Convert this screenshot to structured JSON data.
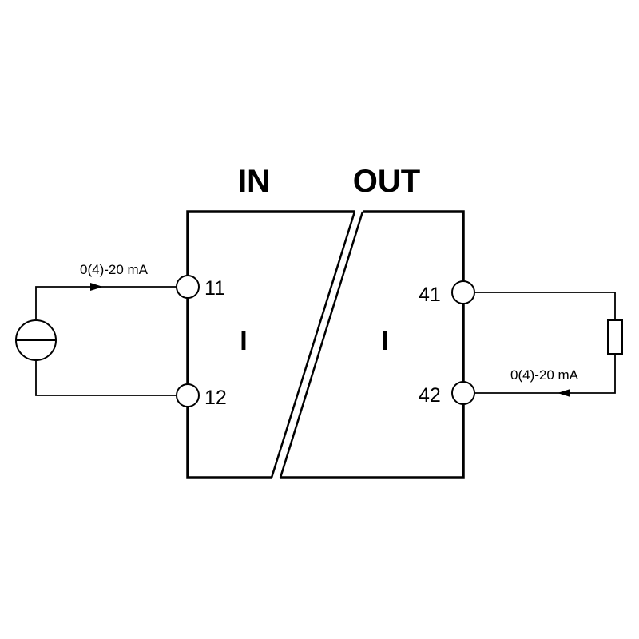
{
  "header": {
    "in_label": "IN",
    "out_label": "OUT"
  },
  "input": {
    "signal_label": "0(4)-20 mA",
    "terminal_top": "11",
    "terminal_bottom": "12",
    "block_symbol": "I"
  },
  "output": {
    "signal_label": "0(4)-20 mA",
    "terminal_top": "41",
    "terminal_bottom": "42",
    "block_symbol": "I"
  }
}
